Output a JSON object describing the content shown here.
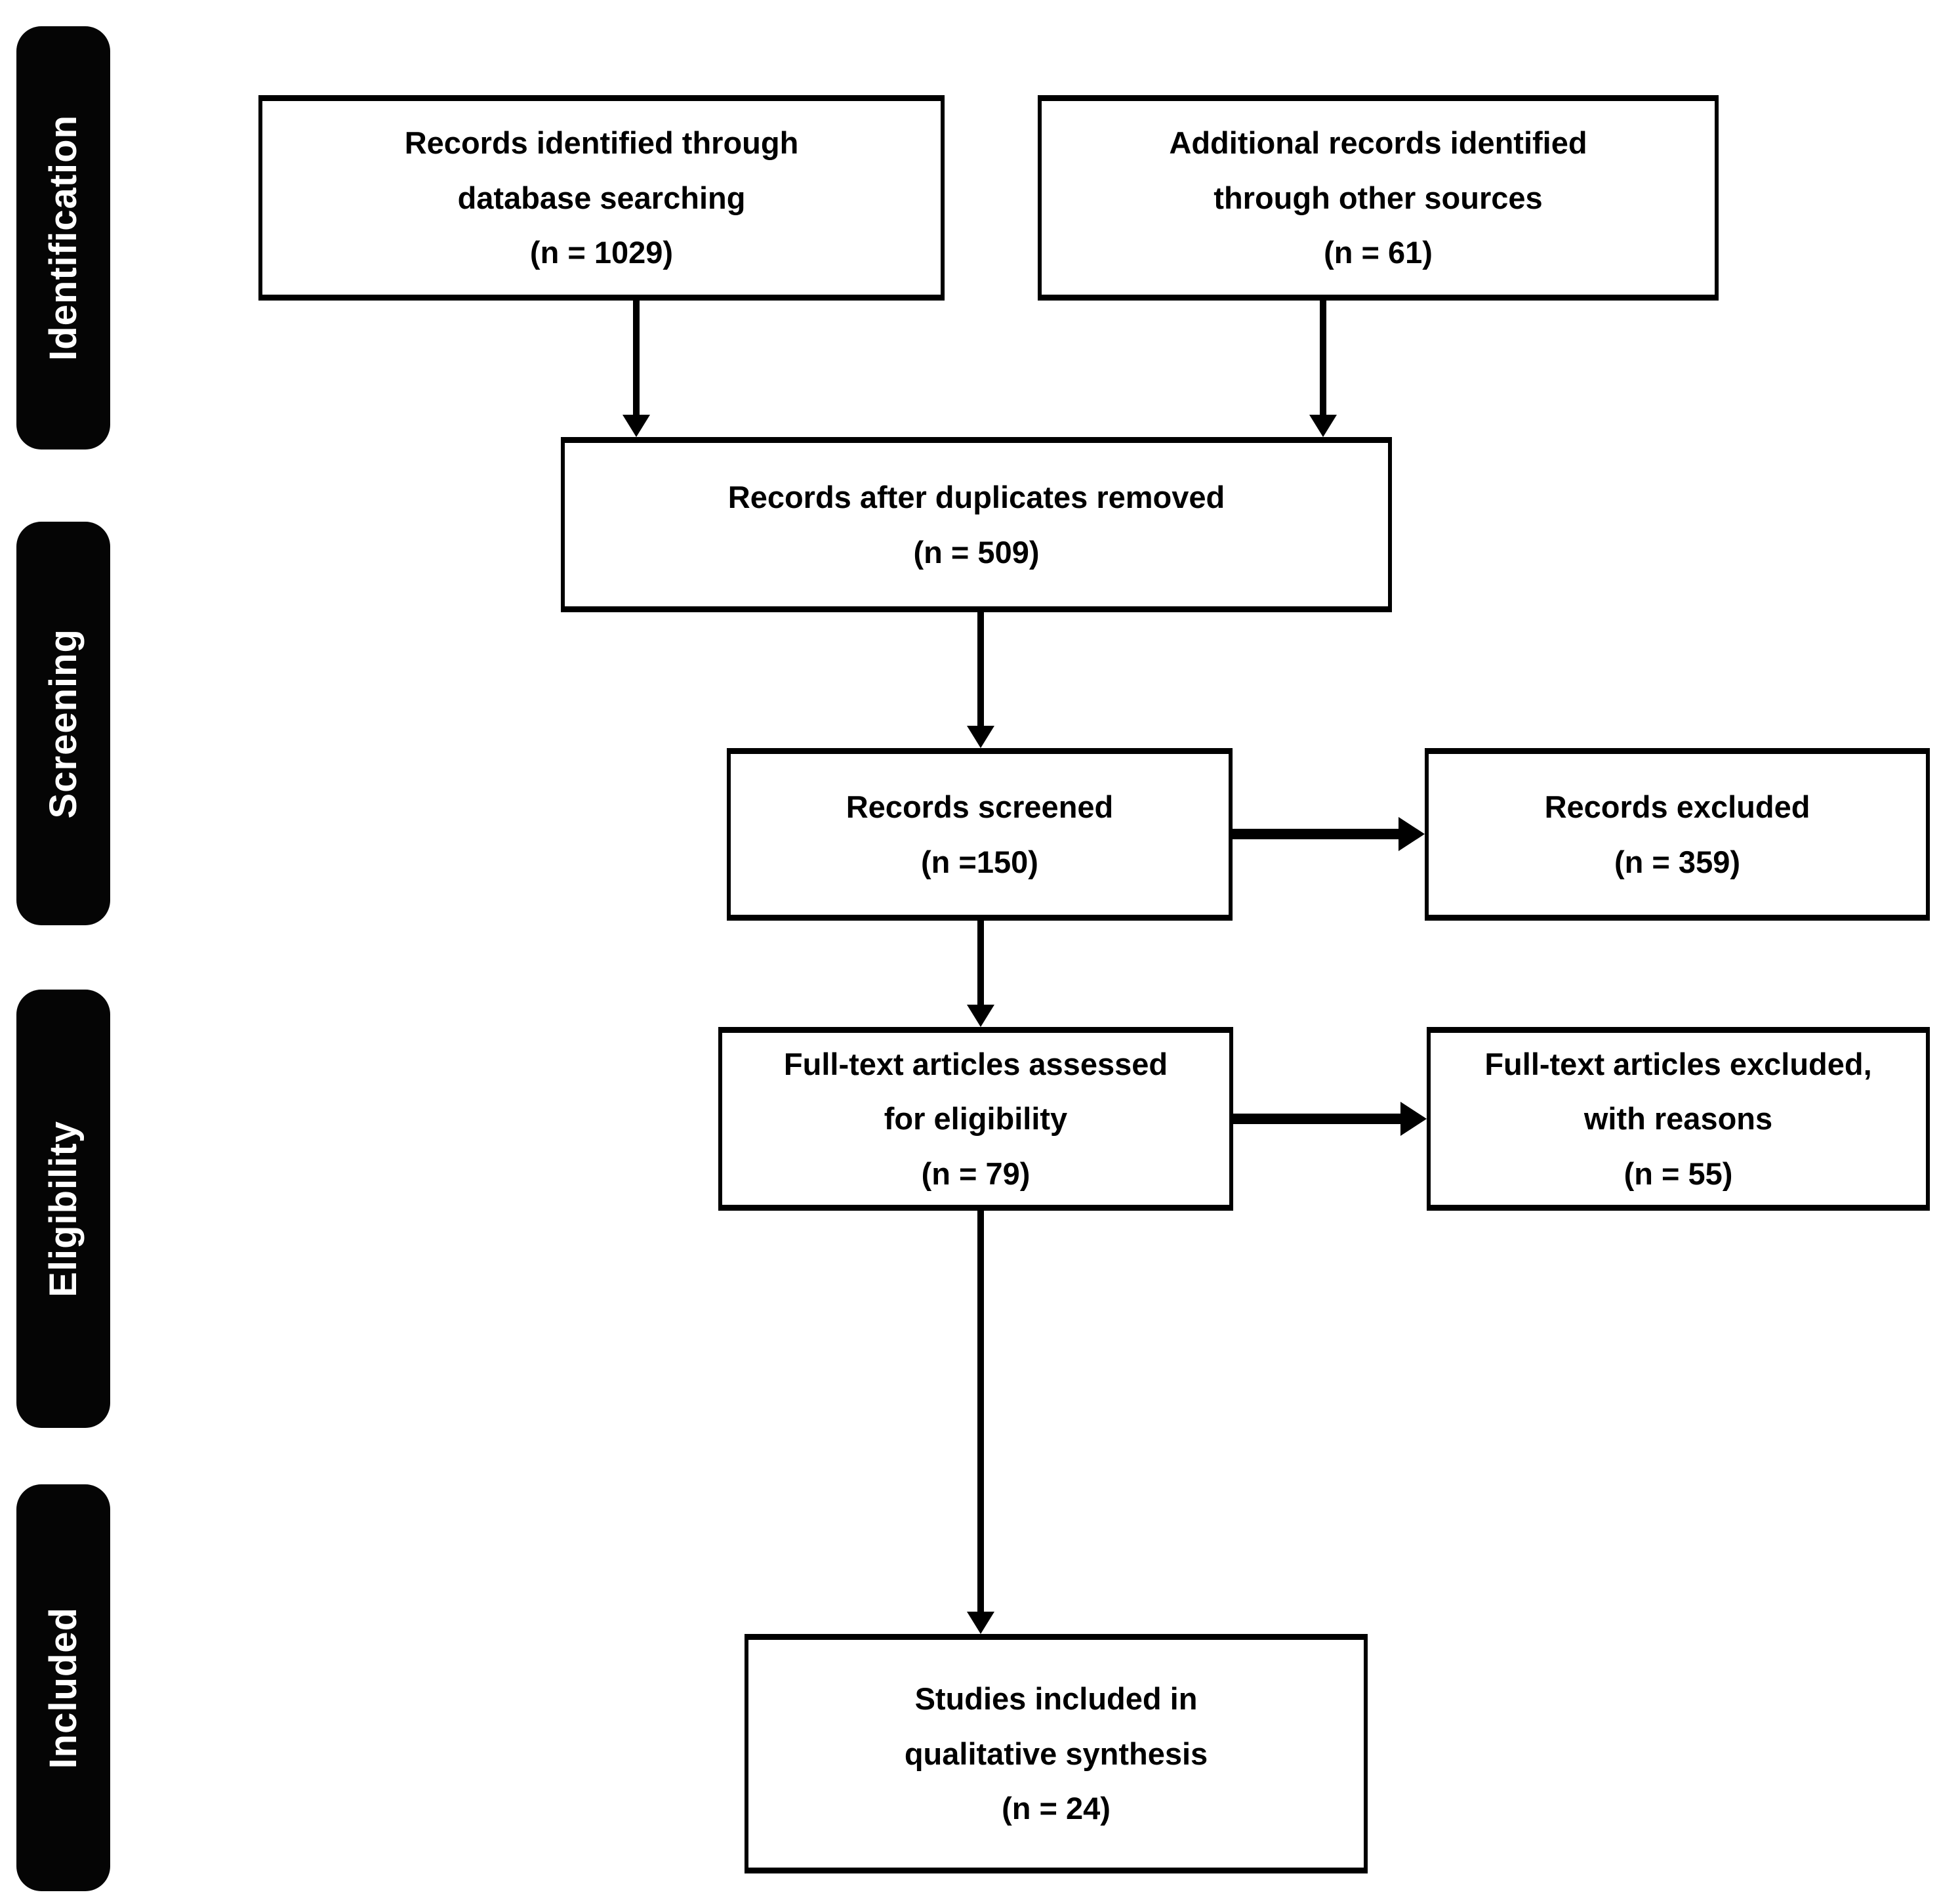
{
  "figure": {
    "kind": "prisma-flow-diagram",
    "colors": {
      "background": "#ffffff",
      "box_border": "#000000",
      "box_text": "#000000",
      "stage_background": "#050505",
      "stage_text": "#ffffff",
      "arrow": "#000000"
    }
  },
  "stages": {
    "identification": {
      "label": "Identification"
    },
    "screening": {
      "label": "Screening"
    },
    "eligibility": {
      "label": "Eligibility"
    },
    "included": {
      "label": "Included"
    }
  },
  "boxes": {
    "records_identified": {
      "text": "Records identified through\ndatabase searching\n(n = 1029)",
      "n": 1029
    },
    "additional_records": {
      "text": "Additional records identified\nthrough other sources\n(n = 61)",
      "n": 61
    },
    "after_duplicates": {
      "text": "Records after duplicates removed\n(n = 509)",
      "n": 509
    },
    "records_screened": {
      "text": "Records screened\n(n =150)",
      "n": 150
    },
    "records_excluded": {
      "text": "Records excluded\n(n = 359)",
      "n": 359
    },
    "fulltext_assessed": {
      "text": "Full-text articles assessed\nfor eligibility\n(n = 79)",
      "n": 79
    },
    "fulltext_excluded": {
      "text": "Full-text articles excluded,\nwith reasons\n(n = 55)",
      "n": 55
    },
    "studies_included": {
      "text": "Studies included in\nqualitative synthesis\n(n = 24)",
      "n": 24
    }
  },
  "edges": [
    {
      "from": "records_identified",
      "to": "after_duplicates"
    },
    {
      "from": "additional_records",
      "to": "after_duplicates"
    },
    {
      "from": "after_duplicates",
      "to": "records_screened"
    },
    {
      "from": "records_screened",
      "to": "records_excluded"
    },
    {
      "from": "records_screened",
      "to": "fulltext_assessed"
    },
    {
      "from": "fulltext_assessed",
      "to": "fulltext_excluded"
    },
    {
      "from": "fulltext_assessed",
      "to": "studies_included"
    }
  ]
}
